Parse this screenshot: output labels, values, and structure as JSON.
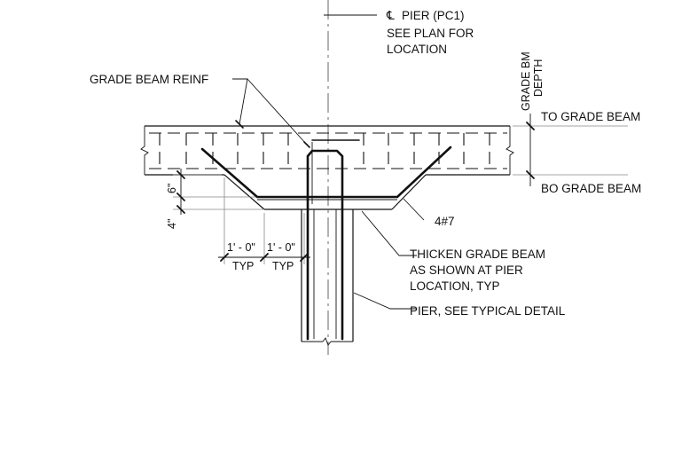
{
  "labels": {
    "centerline_symbol": "℄",
    "pier_ref_line1": "PIER (PC1)",
    "pier_ref_line2": "SEE PLAN FOR",
    "pier_ref_line3": "LOCATION",
    "grade_beam_reinf": "GRADE BEAM REINF",
    "grade_bm_depth_line1": "GRADE BM",
    "grade_bm_depth_line2": "DEPTH",
    "to_grade_beam": "TO GRADE BEAM",
    "bo_grade_beam": "BO GRADE BEAM",
    "bars": "4#7",
    "thicken_line1": "THICKEN GRADE BEAM",
    "thicken_line2": "AS SHOWN AT PIER",
    "thicken_line3": "LOCATION, TYP",
    "pier_detail": "PIER, SEE TYPICAL DETAIL",
    "dim_6": "6\"",
    "dim_4": "4\"",
    "dim_left": "1' - 0\"",
    "dim_right": "1' - 0\"",
    "typ_left": "TYP",
    "typ_right": "TYP"
  }
}
